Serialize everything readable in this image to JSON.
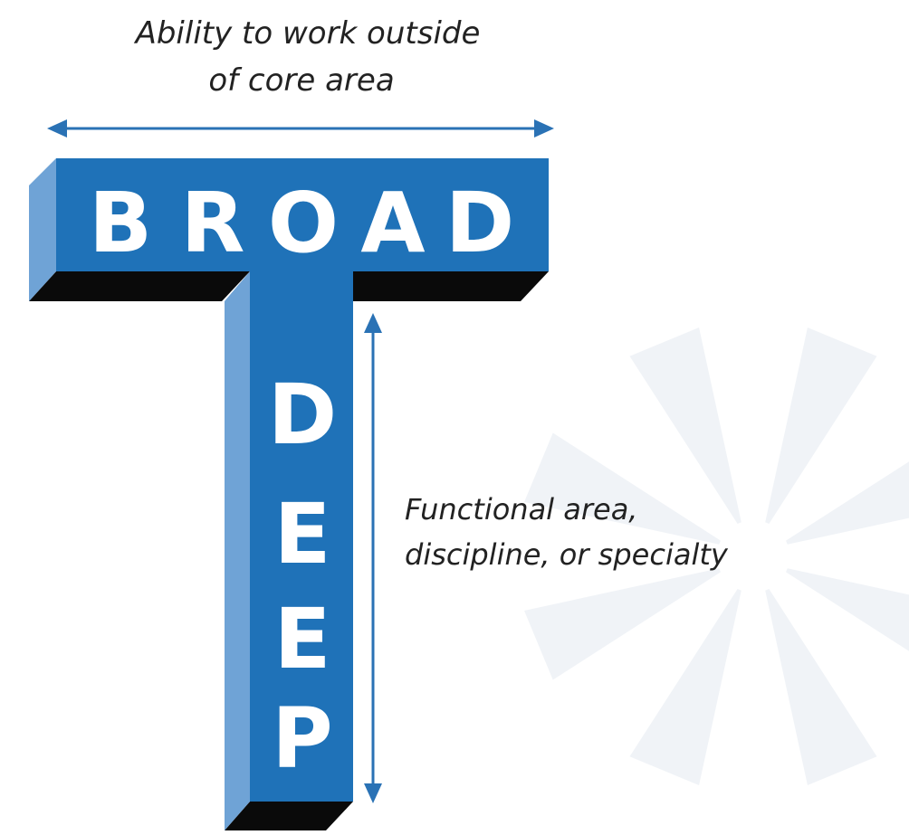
{
  "top_caption": {
    "line1": "Ability to work outside",
    "line2": "of core area"
  },
  "side_caption": {
    "line1": "Functional area,",
    "line2": "discipline, or specialty"
  },
  "horizontal_bar": {
    "letters": [
      "B",
      "R",
      "O",
      "A",
      "D"
    ]
  },
  "vertical_bar": {
    "letters": [
      "D",
      "E",
      "E",
      "P"
    ]
  },
  "colors": {
    "bar_front": "#1f72b8",
    "bar_side": "#6fa3d6",
    "shadow": "#0a0a0a",
    "arrow": "#2a72b5",
    "watermark": "#f0f3f7",
    "text": "#222222"
  },
  "icons": {
    "decorative_burst": "sunburst-watermark-icon",
    "width_arrow": "double-arrow-horizontal-icon",
    "depth_arrow": "double-arrow-vertical-icon"
  }
}
